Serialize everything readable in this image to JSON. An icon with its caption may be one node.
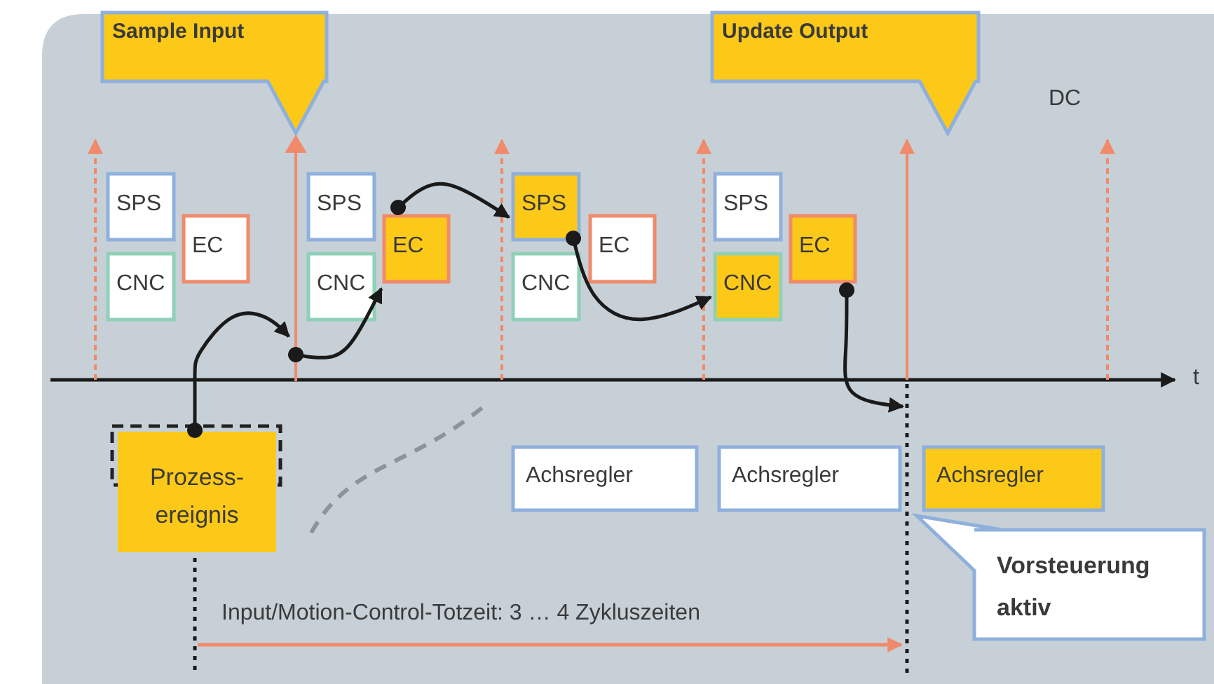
{
  "diagram": {
    "nodes": [
      {
        "text": [
          "Sample Input"
        ]
      },
      {
        "text": [
          "Update Output"
        ]
      },
      {
        "text": [
          "SPS"
        ]
      },
      {
        "text": [
          "CNC"
        ]
      },
      {
        "text": [
          "EC"
        ]
      },
      {
        "text": [
          "SPS"
        ]
      },
      {
        "text": [
          "CNC"
        ]
      },
      {
        "text": [
          "EC"
        ]
      },
      {
        "text": [
          "SPS"
        ]
      },
      {
        "text": [
          "CNC"
        ]
      },
      {
        "text": [
          "EC"
        ]
      },
      {
        "text": [
          "SPS"
        ]
      },
      {
        "text": [
          "CNC"
        ]
      },
      {
        "text": [
          "EC"
        ]
      },
      {
        "text": [
          "Prozess- ereignis"
        ]
      },
      {
        "text": [
          "Achsregler"
        ]
      },
      {
        "text": [
          "Achsregler"
        ]
      },
      {
        "text": [
          "Achsregler"
        ]
      },
      {
        "text": [
          "Vorsteuerung aktiv"
        ]
      },
      {
        "text": [],
        "shape": "bar"
      },
      {
        "text": [],
        "shape": "bar"
      }
    ],
    "edges": [
      {
        "from": 14,
        "to": 19,
        "arrow": "to"
      },
      {
        "from": 19,
        "to": 7,
        "arrow": "to"
      },
      {
        "from": 7,
        "to": 8,
        "arrow": "to"
      },
      {
        "from": 8,
        "to": 12,
        "arrow": "to"
      },
      {
        "from": 13,
        "to": 20,
        "arrow": "to"
      }
    ],
    "labels": [
      "DC",
      "t",
      "Input/Motion-Control-Totzeit: 3 … 4 Zykluszeiten"
    ]
  }
}
